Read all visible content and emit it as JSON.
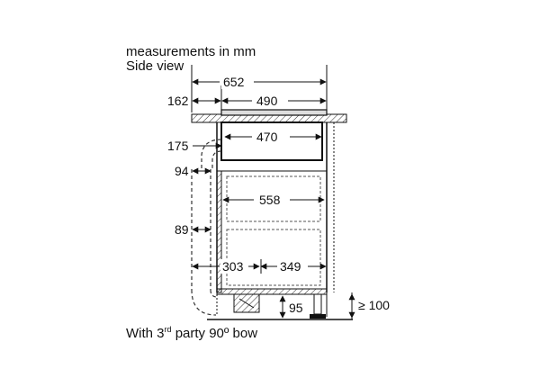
{
  "header": {
    "units_note": "measurements in mm",
    "view_label": "Side view"
  },
  "dimensions": {
    "total_width": "652",
    "hob_width": "490",
    "left_offset": "162",
    "unit_width": "470",
    "duct_top": "175",
    "duct_gap": "94",
    "cabinet_depth": "558",
    "duct_lower": "89",
    "rear_space": "303",
    "front_space": "349",
    "plinth_height": "95",
    "min_clearance": "≥ 100"
  },
  "footer": {
    "prefix": "With 3",
    "superscript": "rd",
    "suffix": " party 90º bow"
  }
}
